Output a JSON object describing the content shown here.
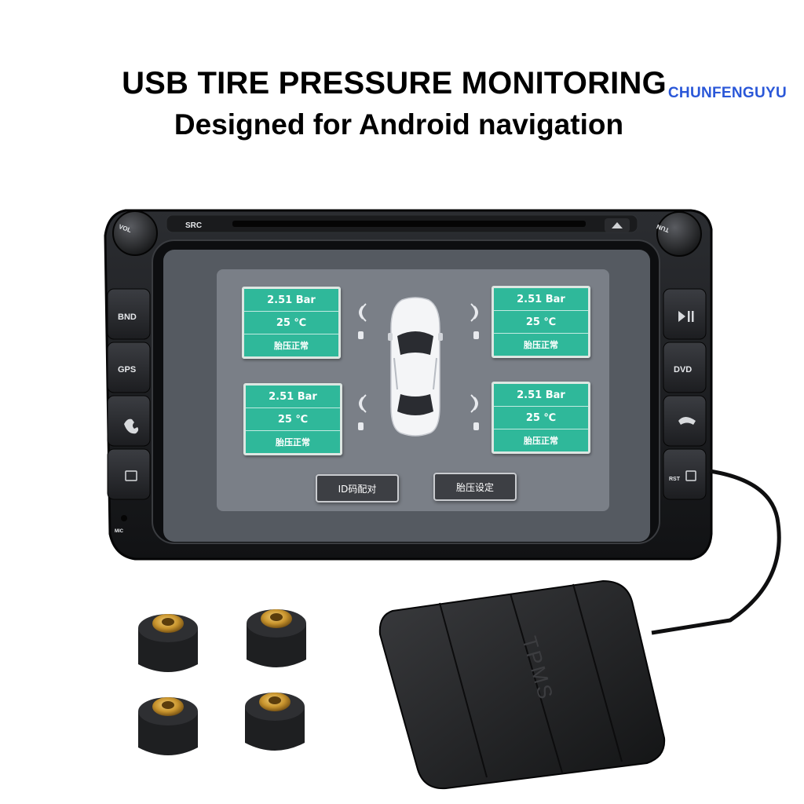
{
  "header": {
    "line1": "USB TIRE PRESSURE MONITORING",
    "line2": "Designed for Android navigation",
    "watermark": "CHUNFENGUYU"
  },
  "head_unit": {
    "left_buttons": [
      "VOL",
      "BND",
      "GPS"
    ],
    "right_buttons": [
      "TUN",
      "DVD",
      "RST"
    ],
    "top_labels": {
      "src": "SRC"
    },
    "mic_label": "MIC",
    "right_play_icon": "play-pause-icon",
    "left_call_icon": "phone-icon",
    "right_hangup_icon": "hang-up-icon"
  },
  "tpms_screen": {
    "tiles": [
      {
        "pressure": "2.51  Bar",
        "temp": "25  ℃",
        "status": "胎压正常"
      },
      {
        "pressure": "2.51  Bar",
        "temp": "25  ℃",
        "status": "胎压正常"
      },
      {
        "pressure": "2.51  Bar",
        "temp": "25  ℃",
        "status": "胎压正常"
      },
      {
        "pressure": "2.51  Bar",
        "temp": "25  ℃",
        "status": "胎压正常"
      }
    ],
    "buttons": {
      "id_pair": "ID码配对",
      "pressure_settings": "胎压设定"
    }
  },
  "receiver": {
    "label": "TPMS"
  },
  "colors": {
    "tile": "#2fb89a",
    "screen": "#7a7f87",
    "bezel": "#1b1c1e",
    "watermark": "#2a57d8"
  }
}
